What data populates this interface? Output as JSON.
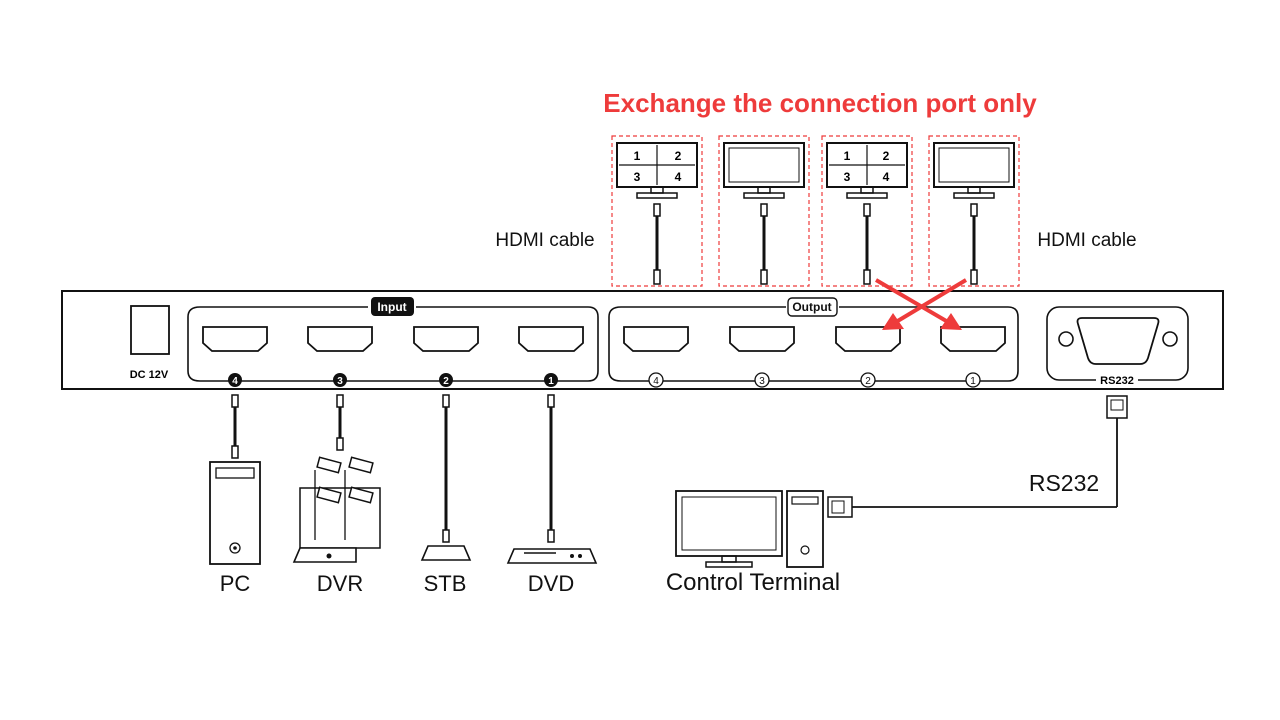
{
  "headline": "Exchange the connection port only",
  "labels": {
    "hdmi_left": "HDMI cable",
    "hdmi_right": "HDMI cable",
    "rs232_cable": "RS232",
    "rs232_port": "RS232",
    "power": "DC 12V",
    "input_group": "Input",
    "output_group": "Output"
  },
  "input_ports": [
    {
      "number": "4",
      "device": "PC"
    },
    {
      "number": "3",
      "device": "DVR"
    },
    {
      "number": "2",
      "device": "STB"
    },
    {
      "number": "1",
      "device": "DVD"
    }
  ],
  "output_ports": [
    {
      "number": "4"
    },
    {
      "number": "3"
    },
    {
      "number": "2"
    },
    {
      "number": "1"
    }
  ],
  "quad_grid": [
    "1",
    "2",
    "3",
    "4"
  ],
  "control_terminal": "Control Terminal",
  "colors": {
    "accent": "#ee3b3b",
    "line": "#111111",
    "badge_bg": "#111111",
    "badge_fg": "#ffffff"
  }
}
